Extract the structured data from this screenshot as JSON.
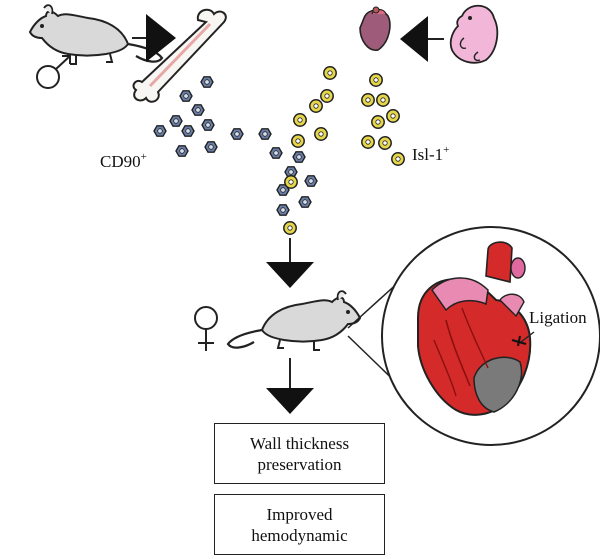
{
  "labels": {
    "cd90_base": "CD90",
    "cd90_sup": "+",
    "isl1_base": "Isl-1",
    "isl1_sup": "+",
    "ligation": "Ligation"
  },
  "outcomes": {
    "wall_line1": "Wall thickness",
    "wall_line2": "preservation",
    "hemo_line1": "Improved",
    "hemo_line2": "hemodynamic"
  },
  "symbols": {
    "male": "♂",
    "female": "♀"
  },
  "colors": {
    "cd90_cell": "#6a7fa8",
    "isl1_cell": "#e6d64a",
    "heart_red": "#d42a2a",
    "heart_pink": "#e98ab2",
    "infarct_gray": "#7a7a7a",
    "fetal_pink": "#f2b6d8",
    "fetal_heart": "#9e5b7a"
  },
  "icons": [
    "rat-icon",
    "bone-icon",
    "fetal-heart-icon",
    "embryo-icon",
    "heart-icon",
    "arrow-down-icon"
  ]
}
